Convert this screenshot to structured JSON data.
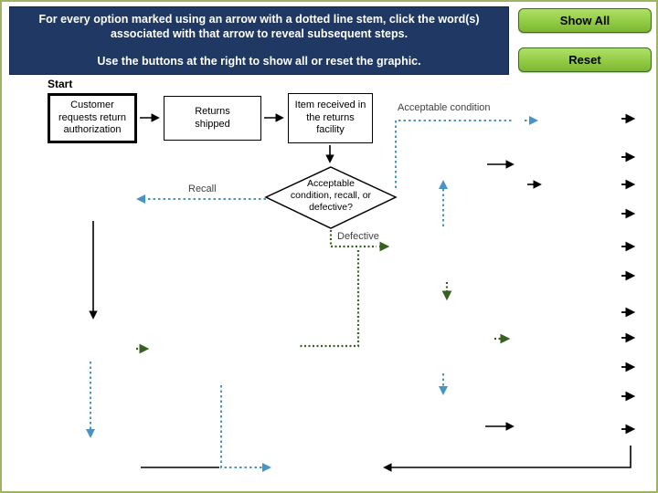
{
  "instructions": {
    "line1": "For every option marked using an arrow with a dotted line stem, click the word(s) associated with that arrow to reveal subsequent steps.",
    "line2": "Use the buttons at the right to show all or reset the graphic."
  },
  "buttons": {
    "show_all": "Show All",
    "reset": "Reset"
  },
  "flowchart": {
    "start_label": "Start",
    "nodes": [
      {
        "id": "customer-request",
        "label": "Customer requests return authorization"
      },
      {
        "id": "returns-shipped",
        "label": "Returns shipped"
      },
      {
        "id": "item-received",
        "label": "Item received in the returns facility"
      }
    ],
    "decision": "Acceptable condition, recall, or defective?",
    "branches": {
      "acceptable": "Acceptable condition",
      "recall": "Recall",
      "defective": "Defective"
    }
  },
  "colors": {
    "panel_bg": "#1F3864",
    "panel_text": "#FFFFFF",
    "button_fill": "#8DC63F",
    "button_border": "#3F6B1F",
    "frame_border": "#9FB463",
    "dotted_blue": "#4A94C4",
    "dotted_green": "#3A5F23",
    "solid_black": "#000000"
  }
}
